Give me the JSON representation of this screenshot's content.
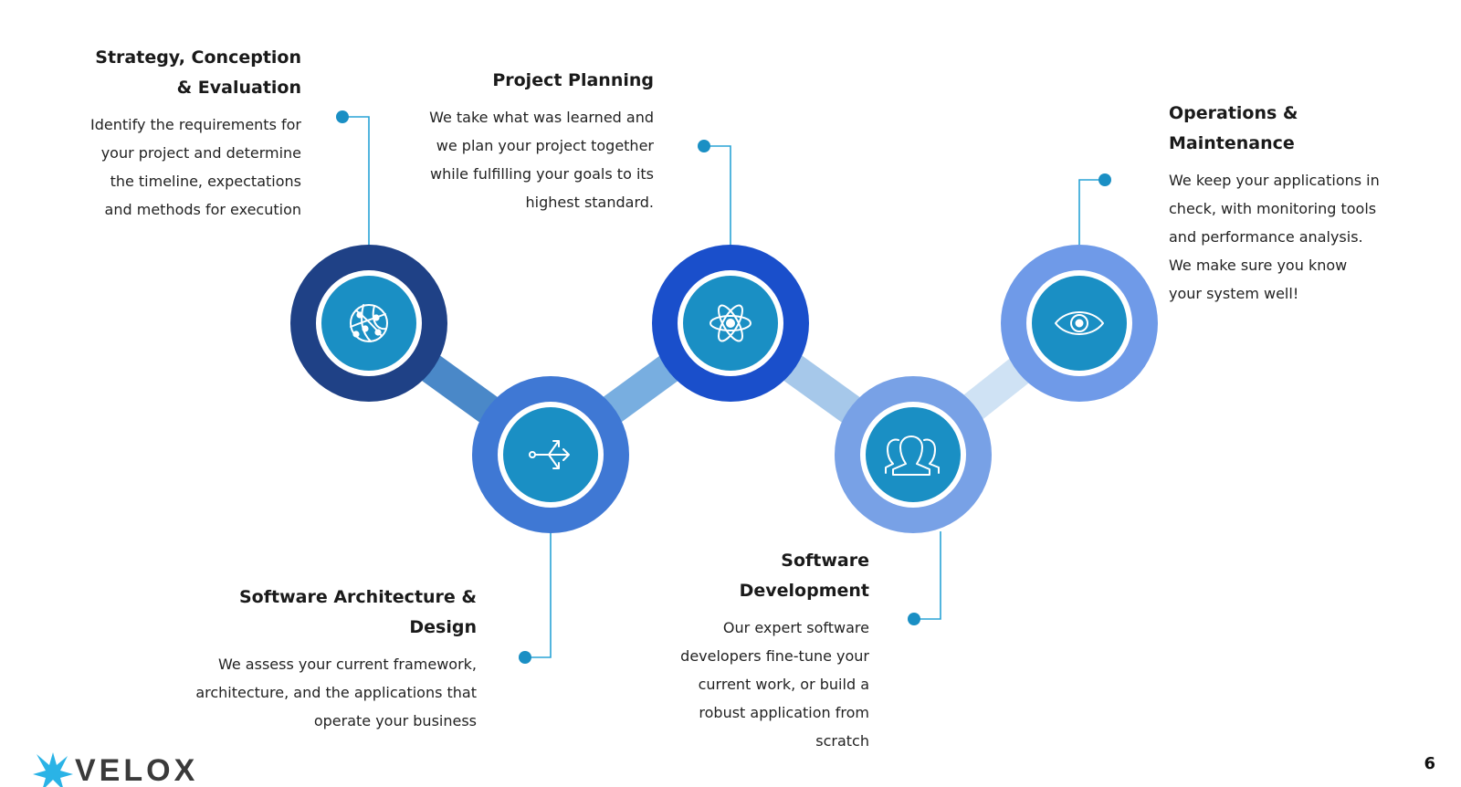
{
  "steps": [
    {
      "title": "Strategy, Conception & Evaluation",
      "description": "Identify the requirements for your project and determine the timeline, expectations and methods for execution",
      "icon": "globe-network-icon",
      "ring_color": "#1f4186"
    },
    {
      "title": "Project Planning",
      "description": "We take what was learned and we plan your project together while fulfilling your goals to its highest standard.",
      "icon": "branching-arrows-icon",
      "ring_color": "#3f78d4"
    },
    {
      "title": "Software Architecture & Design",
      "description": "We assess your current framework, architecture, and the applications that operate your business",
      "icon": "atom-icon",
      "ring_color": "#1a4fcb"
    },
    {
      "title": "Software Development",
      "description": "Our expert software developers fine-tune your current work, or build a robust application from scratch",
      "icon": "team-people-icon",
      "ring_color": "#78a1e6"
    },
    {
      "title": "Operations & Maintenance",
      "description": "We keep your applications in check, with monitoring tools and performance analysis. We make sure you know your system well!",
      "icon": "eye-icon",
      "ring_color": "#6f9ae8"
    }
  ],
  "colors": {
    "inner_circle": "#1a8fc4",
    "connector_line": "#29a3d6",
    "connector_dot": "#1a8fc4",
    "bar_1_2": "#4a88c8",
    "bar_2_3": "#78aee0",
    "bar_3_4": "#a6c8ea",
    "bar_4_5": "#cfe2f4",
    "logo_accent": "#2ab3e6"
  },
  "footer": {
    "brand": "VELOX",
    "page_number": "6"
  }
}
